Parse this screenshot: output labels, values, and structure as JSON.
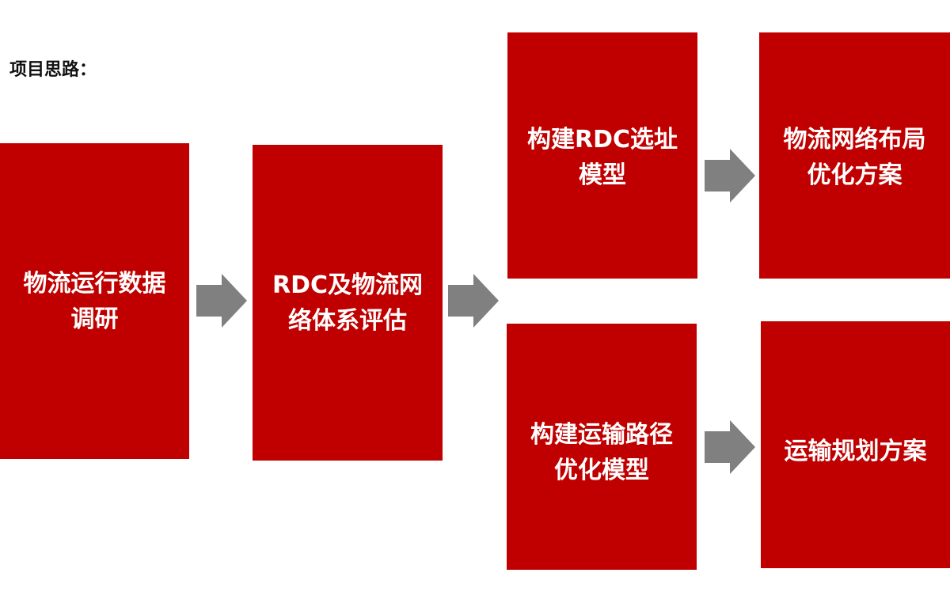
{
  "title": "项目思路：",
  "colors": {
    "box": "#C00000",
    "arrow": "#808080",
    "box_text": "#FFFFFF"
  },
  "boxes": [
    {
      "text": "物流运行数据\n调研"
    },
    {
      "text": "RDC及物流网\n络体系评估"
    },
    {
      "text": "构建RDC选址\n模型"
    },
    {
      "text": "物流网络布局\n优化方案"
    },
    {
      "text": "构建运输路径\n优化模型"
    },
    {
      "text": "运输规划方案"
    }
  ],
  "arrows": [
    {
      "from": 0,
      "to": 1
    },
    {
      "from": 1,
      "to": 2
    },
    {
      "from": 2,
      "to": 3
    },
    {
      "from": 4,
      "to": 5
    }
  ]
}
